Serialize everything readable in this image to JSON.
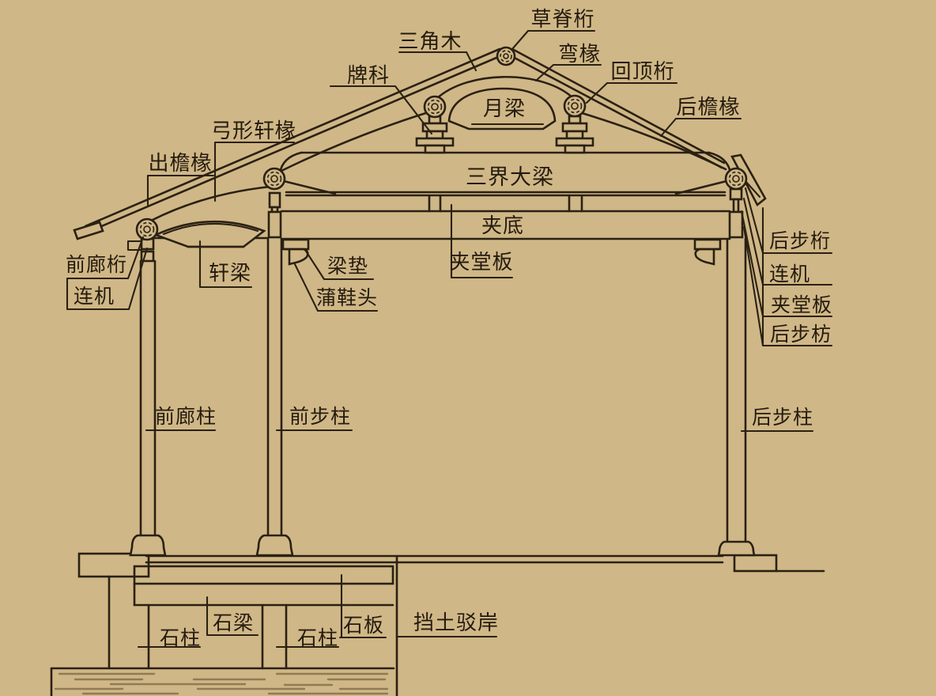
{
  "colors": {
    "background": "#d0b787",
    "line": "#2a2113",
    "water_line": "#8f7b54",
    "hatch": "#6f5c3a"
  },
  "diagram": {
    "labels": {
      "ridge_purlin": "草脊桁",
      "triangle_wood": "三角木",
      "bent_rafter": "弯椽",
      "huiding_purlin": "回顶桁",
      "paike_bracket": "牌科",
      "moon_beam": "月梁",
      "rear_eave_rafter": "后檐椽",
      "bow_xuan_rafter": "弓形轩椽",
      "protruding_eave_rafter": "出檐椽",
      "front_porch_purlin": "前廊桁",
      "front_lianji": "连机",
      "xuan_beam": "轩梁",
      "beam_pad": "梁垫",
      "puxietou": "蒲鞋头",
      "sanjie_great_beam": "三界大梁",
      "jiadi": "夹底",
      "mid_jiatang_board": "夹堂板",
      "rear_step_purlin": "后步桁",
      "rear_lianji": "连机",
      "rear_jiatang_board": "夹堂板",
      "rear_step_fang": "后步枋",
      "front_porch_column": "前廊柱",
      "front_step_column": "前步柱",
      "rear_step_column": "后步柱",
      "stone_column_front": "石柱",
      "stone_beam": "石梁",
      "stone_column_mid": "石柱",
      "stone_slab": "石板",
      "retaining_embankment": "挡土驳岸"
    }
  }
}
